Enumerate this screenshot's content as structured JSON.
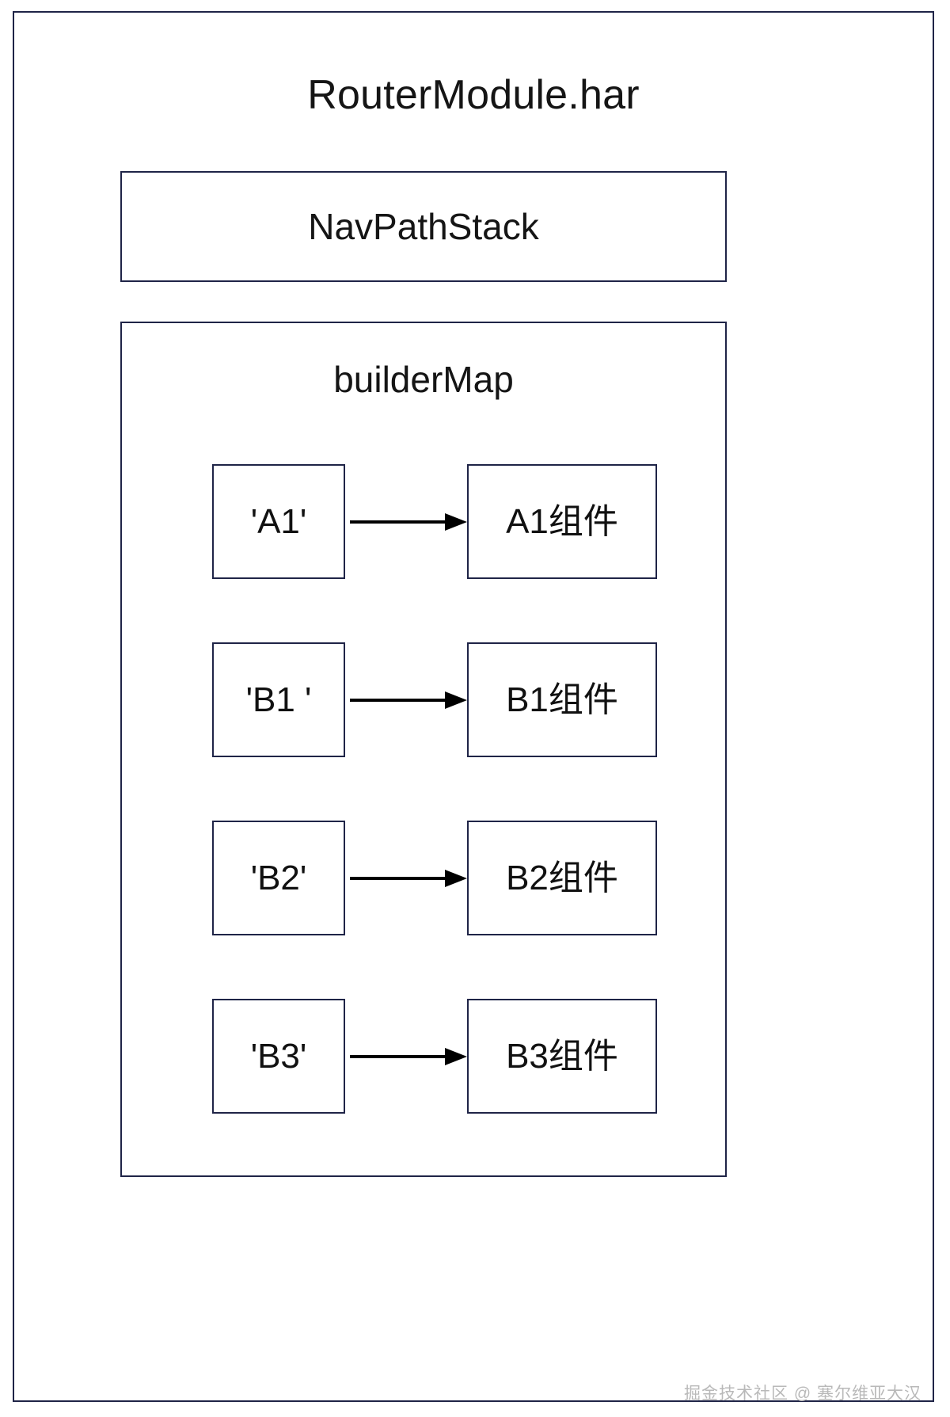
{
  "module": {
    "title": "RouterModule.har",
    "nav_path_stack_label": "NavPathStack",
    "builder_map_label": "builderMap"
  },
  "builder_map_entries": [
    {
      "key": "'A1'",
      "component": "A1组件"
    },
    {
      "key": "'B1 '",
      "component": "B1组件"
    },
    {
      "key": "'B2'",
      "component": "B2组件"
    },
    {
      "key": "'B3'",
      "component": "B3组件"
    }
  ],
  "watermark": {
    "text": "掘金技术社区 @ 塞尔维亚大汉"
  },
  "colors": {
    "border": "#1f2447",
    "text": "#111111",
    "arrow": "#000000",
    "watermark": "#b9b9b9",
    "background": "#ffffff"
  }
}
